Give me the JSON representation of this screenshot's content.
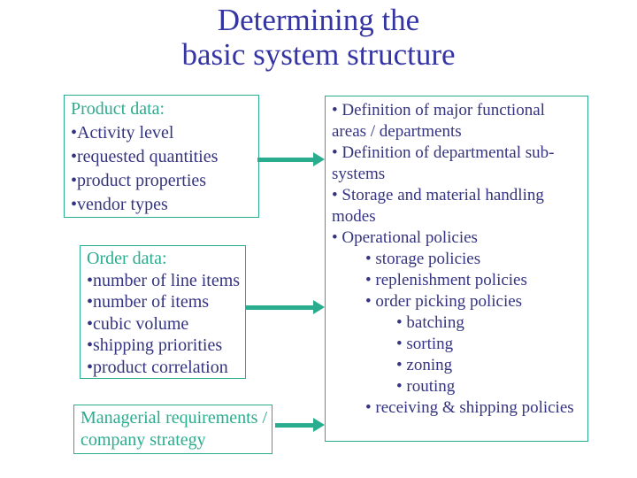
{
  "title": {
    "lines": [
      "Determining the",
      "basic system structure"
    ]
  },
  "bullet_char": "•",
  "boxes": {
    "product": {
      "heading": "Product data:",
      "items": [
        "Activity level",
        "requested quantities",
        "product properties",
        "vendor types"
      ]
    },
    "order": {
      "heading": "Order data:",
      "items": [
        "number of line items",
        "number of items",
        "cubic volume",
        "shipping priorities",
        "product correlation"
      ]
    },
    "managerial": {
      "lines": [
        "Managerial requirements /",
        "company strategy"
      ]
    }
  },
  "right_panel": {
    "lines": [
      {
        "text": "Definition of major functional",
        "indent": 0,
        "bullet": true
      },
      {
        "text": "areas / departments",
        "indent": 0,
        "bullet": false
      },
      {
        "text": "Definition of departmental sub-",
        "indent": 0,
        "bullet": true
      },
      {
        "text": "systems",
        "indent": 0,
        "bullet": false
      },
      {
        "text": "Storage and material handling",
        "indent": 0,
        "bullet": true
      },
      {
        "text": "modes",
        "indent": 0,
        "bullet": false
      },
      {
        "text": "Operational policies",
        "indent": 0,
        "bullet": true
      },
      {
        "text": "storage policies",
        "indent": 1,
        "bullet": true
      },
      {
        "text": "replenishment policies",
        "indent": 1,
        "bullet": true
      },
      {
        "text": "order picking policies",
        "indent": 1,
        "bullet": true
      },
      {
        "text": "batching",
        "indent": 2,
        "bullet": true
      },
      {
        "text": "sorting",
        "indent": 2,
        "bullet": true
      },
      {
        "text": "zoning",
        "indent": 2,
        "bullet": true
      },
      {
        "text": "routing",
        "indent": 2,
        "bullet": true
      },
      {
        "text": "receiving & shipping policies",
        "indent": 1,
        "bullet": true
      }
    ]
  },
  "colors": {
    "teal_accent": "#2aac8e",
    "body_text": "#343480",
    "title_text": "#3434a3",
    "background": "#ffffff"
  }
}
